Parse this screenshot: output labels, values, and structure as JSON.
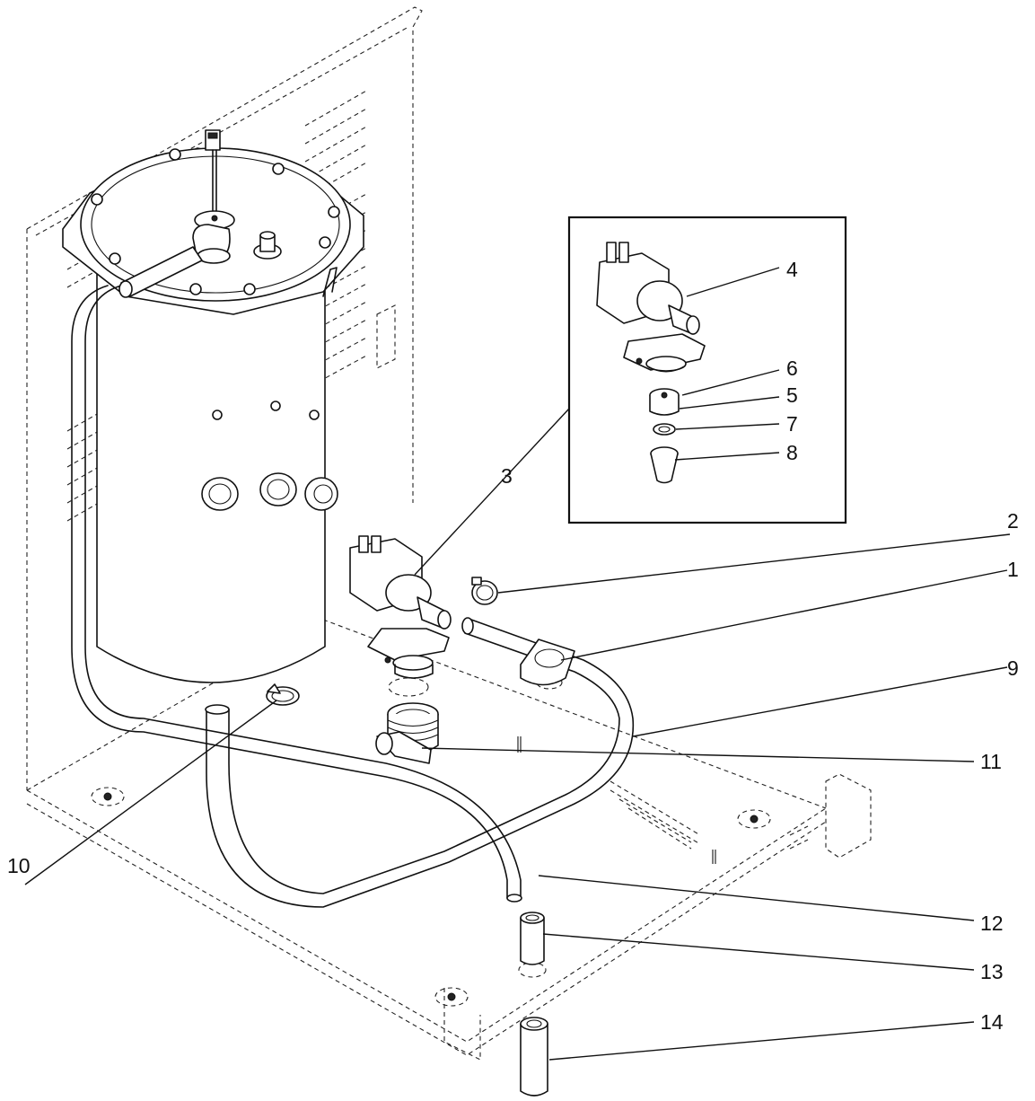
{
  "callouts": [
    {
      "id": "c1",
      "label": "1"
    },
    {
      "id": "c2",
      "label": "2"
    },
    {
      "id": "c3",
      "label": "3"
    },
    {
      "id": "c4",
      "label": "4"
    },
    {
      "id": "c5",
      "label": "5"
    },
    {
      "id": "c6",
      "label": "6"
    },
    {
      "id": "c7",
      "label": "7"
    },
    {
      "id": "c8",
      "label": "8"
    },
    {
      "id": "c9",
      "label": "9"
    },
    {
      "id": "c10",
      "label": "10"
    },
    {
      "id": "c11",
      "label": "11"
    },
    {
      "id": "c12",
      "label": "12"
    },
    {
      "id": "c13",
      "label": "13"
    },
    {
      "id": "c14",
      "label": "14"
    }
  ],
  "style": {
    "line_color": "#111111",
    "background": "#ffffff"
  }
}
